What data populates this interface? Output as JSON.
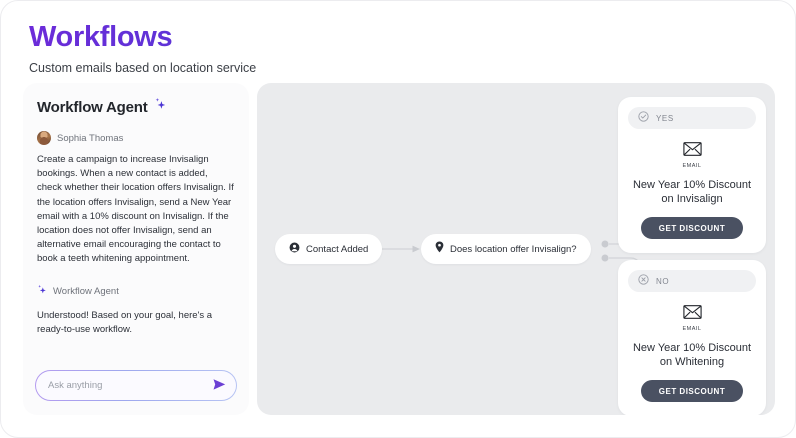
{
  "header": {
    "title": "Workflows",
    "subtitle": "Custom emails based on location service"
  },
  "chat": {
    "agent_title": "Workflow Agent",
    "sparkle_icon": "sparkle-icon",
    "user": {
      "name": "Sophia Thomas",
      "avatar": "user-avatar",
      "message": "Create a campaign to increase Invisalign bookings. When a new contact is added, check whether their location offers Invisalign. If the location offers Invisalign, send a New Year email with a 10% discount on Invisalign. If the location does not offer Invisalign, send an alternative email encouraging the contact to book a teeth whitening appointment."
    },
    "agent": {
      "label": "Workflow Agent",
      "message": "Understood! Based on your goal, here's a ready-to-use workflow."
    },
    "input": {
      "placeholder": "Ask anything",
      "value": "",
      "send_icon": "send-icon"
    }
  },
  "canvas": {
    "nodes": [
      {
        "id": "contact-added",
        "label": "Contact Added",
        "icon": "user-circle-icon"
      },
      {
        "id": "decision",
        "label": "Does location offer Invisalign?",
        "icon": "map-pin-icon"
      }
    ],
    "cards": [
      {
        "id": "yes",
        "branch_label": "YES",
        "branch_icon": "check-circle-icon",
        "channel_icon": "envelope-icon",
        "channel_label": "EMAIL",
        "headline": "New Year 10% Discount on Invisalign",
        "cta_label": "GET DISCOUNT"
      },
      {
        "id": "no",
        "branch_label": "NO",
        "branch_icon": "x-circle-icon",
        "channel_icon": "envelope-icon",
        "channel_label": "EMAIL",
        "headline": "New Year 10% Discount on Whitening",
        "cta_label": "GET DISCOUNT"
      }
    ]
  },
  "colors": {
    "title_gradient_start": "#6c2bd9",
    "title_gradient_end": "#2f6ae0",
    "canvas_bg": "#eaebed",
    "panel_bg": "#fbfbfc",
    "cta_bg": "#4a5162",
    "accent": "#5b35d6"
  }
}
